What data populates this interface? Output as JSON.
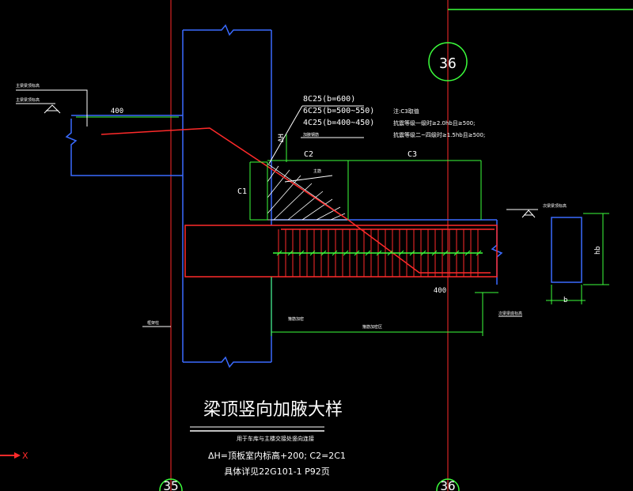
{
  "axes": {
    "axis_35": "35",
    "axis_36": "36",
    "axis_36_bubble": "36"
  },
  "dims": {
    "top_400": "400",
    "bottom_400": "400",
    "c1": "C1",
    "c2": "C2",
    "c3": "C3",
    "dh": "ΔH",
    "hb": "hb",
    "b": "b"
  },
  "rebar": {
    "line1": "8C25(b=600)",
    "line2": "6C25(b=500~550)",
    "line3": "4C25(b=400~450)"
  },
  "notes": {
    "c3_head": "注:C3取值",
    "c3_line1": "抗震等级一级时≥2.0hb且≥500;",
    "c3_line2": "抗震等级二~四级时≥1.5hb且≥500;",
    "main_beam_top": "主梁梁顶标高",
    "main_beam_top2": "主梁梁顶标高",
    "secondary_top_right": "次梁梁顶标高",
    "haunch_label": "加腋钢筋",
    "main_rebar_label": "主筋",
    "column_label": "框架柱",
    "stirrup_label": "箍筋加密",
    "stirrup_zone": "箍筋加密区",
    "right_label": "次梁梁底标高"
  },
  "title": {
    "main": "梁顶竖向加腋大样",
    "sub1": "用于车库与主楼交接处竖向连接",
    "sub2": "ΔH=顶板室内标高+200; C2=2C1",
    "sub3": "具体详见22G101-1 P92页"
  },
  "ucs": {
    "x": "X"
  },
  "colors": {
    "red": "#ff2a2a",
    "green": "#3cff3c",
    "blue": "#3a6bff",
    "white": "#ffffff",
    "bg": "#000000"
  }
}
